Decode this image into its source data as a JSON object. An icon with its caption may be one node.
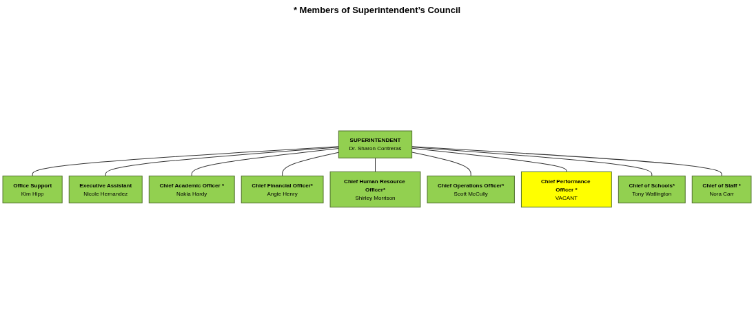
{
  "diagram": {
    "nodes": [
      {
        "text": [
          "SUPERINTENDENT",
          "Dr. Sharon Contreras"
        ]
      },
      {
        "text": [
          "Office Support",
          "Kim Hipp"
        ]
      },
      {
        "text": [
          "Executive Assistant",
          "Nicole Hernandez"
        ]
      },
      {
        "text": [
          "Chief Academic Officer *",
          "Nakia Hardy"
        ]
      },
      {
        "text": [
          "Chief Financial Officer*",
          "Angie Henry"
        ]
      },
      {
        "text": [
          "Chief Human Resource Officer*",
          "Shirley Morrison"
        ]
      },
      {
        "text": [
          "Chief Operations Officer*",
          "Scott McCully"
        ]
      },
      {
        "text": [
          "Chief Performance Officer *",
          "VACANT"
        ]
      },
      {
        "text": [
          "Chief of Schools*",
          "Tony Watlington"
        ]
      },
      {
        "text": [
          "Chief of Staff *",
          "Nora Carr"
        ]
      }
    ],
    "edges": [
      {
        "from": 0,
        "to": 1,
        "arrow": "none"
      },
      {
        "from": 0,
        "to": 2,
        "arrow": "none"
      },
      {
        "from": 0,
        "to": 3,
        "arrow": "none"
      },
      {
        "from": 0,
        "to": 4,
        "arrow": "none"
      },
      {
        "from": 0,
        "to": 5,
        "arrow": "none"
      },
      {
        "from": 0,
        "to": 6,
        "arrow": "none"
      },
      {
        "from": 0,
        "to": 7,
        "arrow": "none"
      },
      {
        "from": 0,
        "to": 8,
        "arrow": "none"
      },
      {
        "from": 0,
        "to": 9,
        "arrow": "none"
      }
    ],
    "labels": [
      "* Members of Superintendent’s Council"
    ]
  }
}
